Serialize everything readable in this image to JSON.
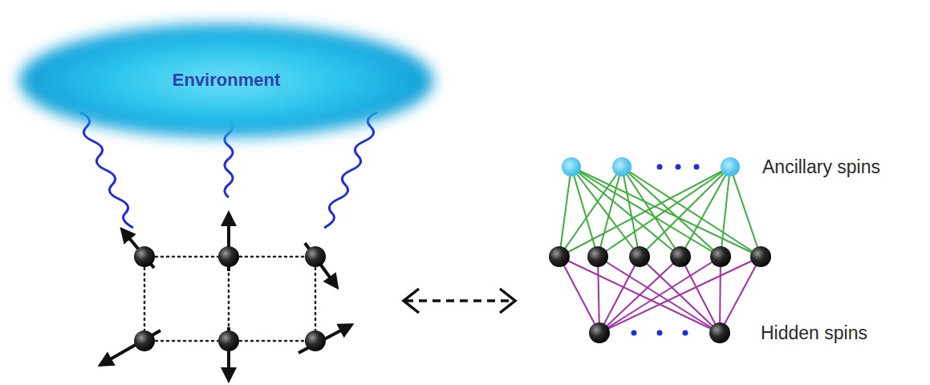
{
  "diagram": {
    "nodes": [
      {
        "text": [
          "Environment"
        ]
      }
    ],
    "labels": [
      "Ancillary spins",
      "Hidden spins"
    ]
  }
}
